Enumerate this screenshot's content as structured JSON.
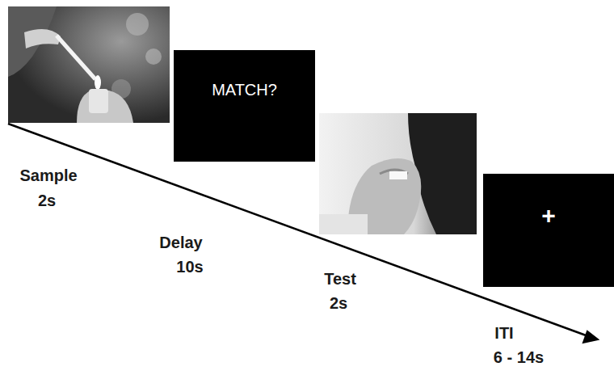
{
  "diagram": {
    "nodes": [
      {
        "text": [
          "MATCH?"
        ]
      },
      {
        "text": [
          "+"
        ]
      }
    ],
    "labels": [
      "Sample",
      "2s",
      "Delay",
      "10s",
      "Test",
      "2s",
      "ITI",
      "6 - 14s"
    ]
  }
}
